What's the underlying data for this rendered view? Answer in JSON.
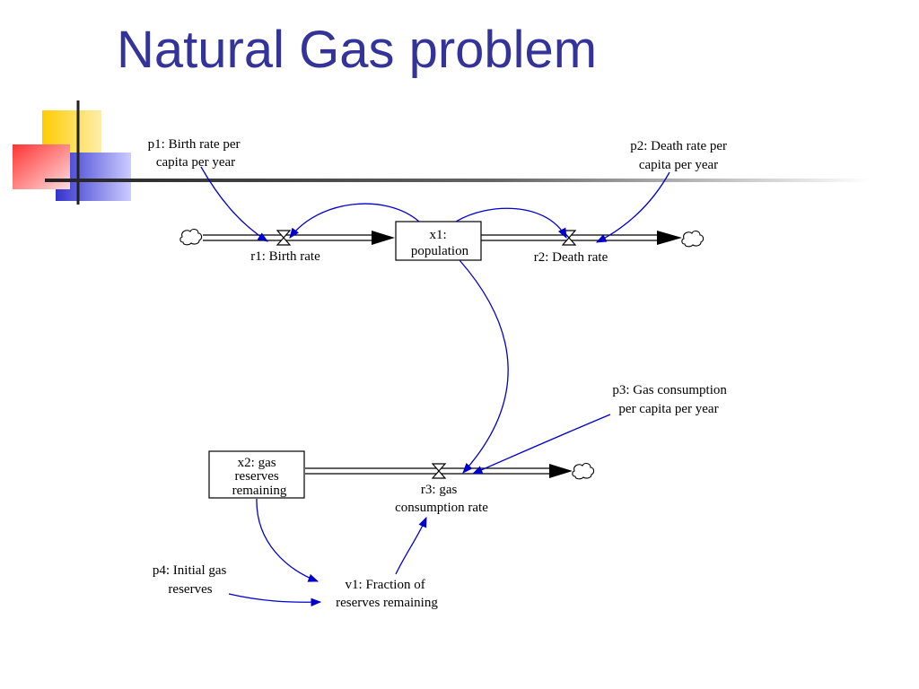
{
  "slide": {
    "title": "Natural Gas problem"
  },
  "colors": {
    "title": "#333399",
    "link": "#0000cc",
    "flow": "#000000",
    "deco_yellow": "#ffcc00",
    "deco_blue": "#3333cc",
    "deco_red": "#ff3333"
  },
  "diagram": {
    "stocks": {
      "x1": [
        "x1:",
        "population"
      ],
      "x2": [
        "x2: gas",
        "reserves",
        "remaining"
      ]
    },
    "flows": {
      "r1": [
        "r1: Birth rate"
      ],
      "r2": [
        "r2: Death rate"
      ],
      "r3": [
        "r3: gas",
        "consumption rate"
      ]
    },
    "parameters": {
      "p1": [
        "p1: Birth rate per",
        "capita per year"
      ],
      "p2": [
        "p2: Death rate per",
        "capita per year"
      ],
      "p3": [
        "p3: Gas consumption",
        "per capita per year"
      ],
      "p4": [
        "p4: Initial gas",
        "reserves"
      ]
    },
    "variables": {
      "v1": [
        "v1: Fraction of",
        "reserves remaining"
      ]
    }
  }
}
